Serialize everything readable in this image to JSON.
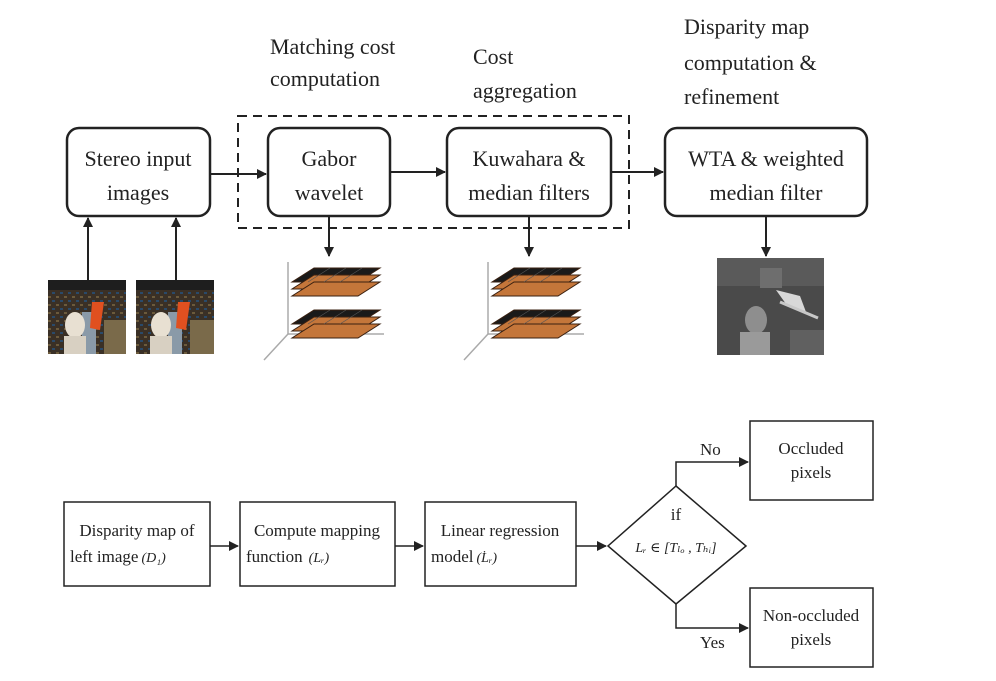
{
  "top_pipeline": {
    "stage_labels": {
      "matching_cost": [
        "Matching cost",
        "computation"
      ],
      "cost_aggregation": [
        "Cost",
        "aggregation"
      ],
      "disparity": [
        "Disparity map",
        "computation &",
        "refinement"
      ]
    },
    "boxes": {
      "stereo": [
        "Stereo input",
        "images"
      ],
      "gabor": [
        "Gabor",
        "wavelet"
      ],
      "kuwahara": [
        "Kuwahara &",
        "median filters"
      ],
      "wta": [
        "WTA & weighted",
        "median filter"
      ]
    }
  },
  "bottom_pipeline": {
    "boxes": {
      "disparity_left": {
        "line1": "Disparity map of",
        "line2": "left image",
        "math": "(D₁)"
      },
      "mapping": {
        "line1": "Compute mapping",
        "line2": "function",
        "math": "(Lᵣ)"
      },
      "regression": {
        "line1": "Linear regression",
        "line2": "model",
        "math": "(L̇ᵣ)"
      }
    },
    "decision": {
      "line1": "if",
      "condition": "Lᵣ ∈ [Tₗₒ , Tₕᵢ]"
    },
    "branches": {
      "no": "No",
      "yes": "Yes"
    },
    "outcomes": {
      "occluded": [
        "Occluded",
        "pixels"
      ],
      "non_occluded": [
        "Non-occluded",
        "pixels"
      ]
    }
  },
  "colors": {
    "stroke": "#222222",
    "stack_layer": "#c4763a",
    "stack_dark": "#1a1a1a",
    "dmap_bg": "#4a4a4a"
  }
}
